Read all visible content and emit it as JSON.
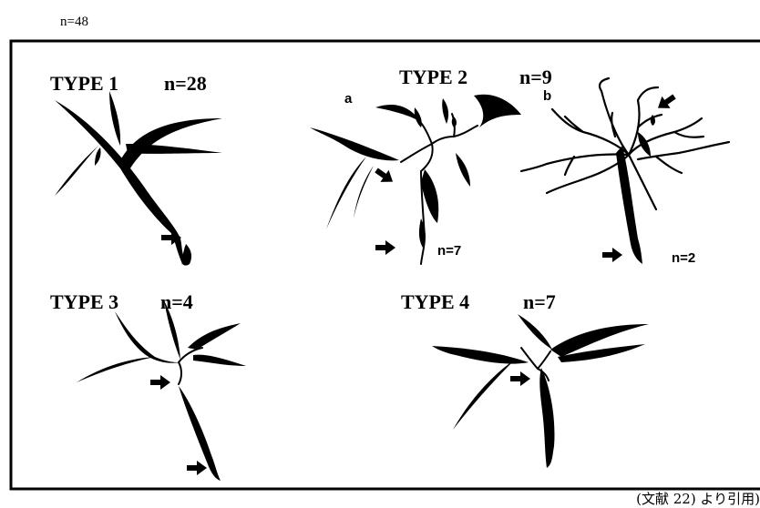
{
  "header": {
    "total_count": "n=48"
  },
  "panels": [
    {
      "type_label": "TYPE 1",
      "count": "n=28"
    },
    {
      "type_label": "TYPE 2",
      "count": "n=9",
      "sub": [
        {
          "letter": "a",
          "count": "n=7"
        },
        {
          "letter": "b",
          "count": "n=2"
        }
      ]
    },
    {
      "type_label": "TYPE 3",
      "count": "n=4"
    },
    {
      "type_label": "TYPE 4",
      "count": "n=7"
    }
  ],
  "caption": "(文献 22) より引用)",
  "icons": [
    "arrow-icon"
  ]
}
